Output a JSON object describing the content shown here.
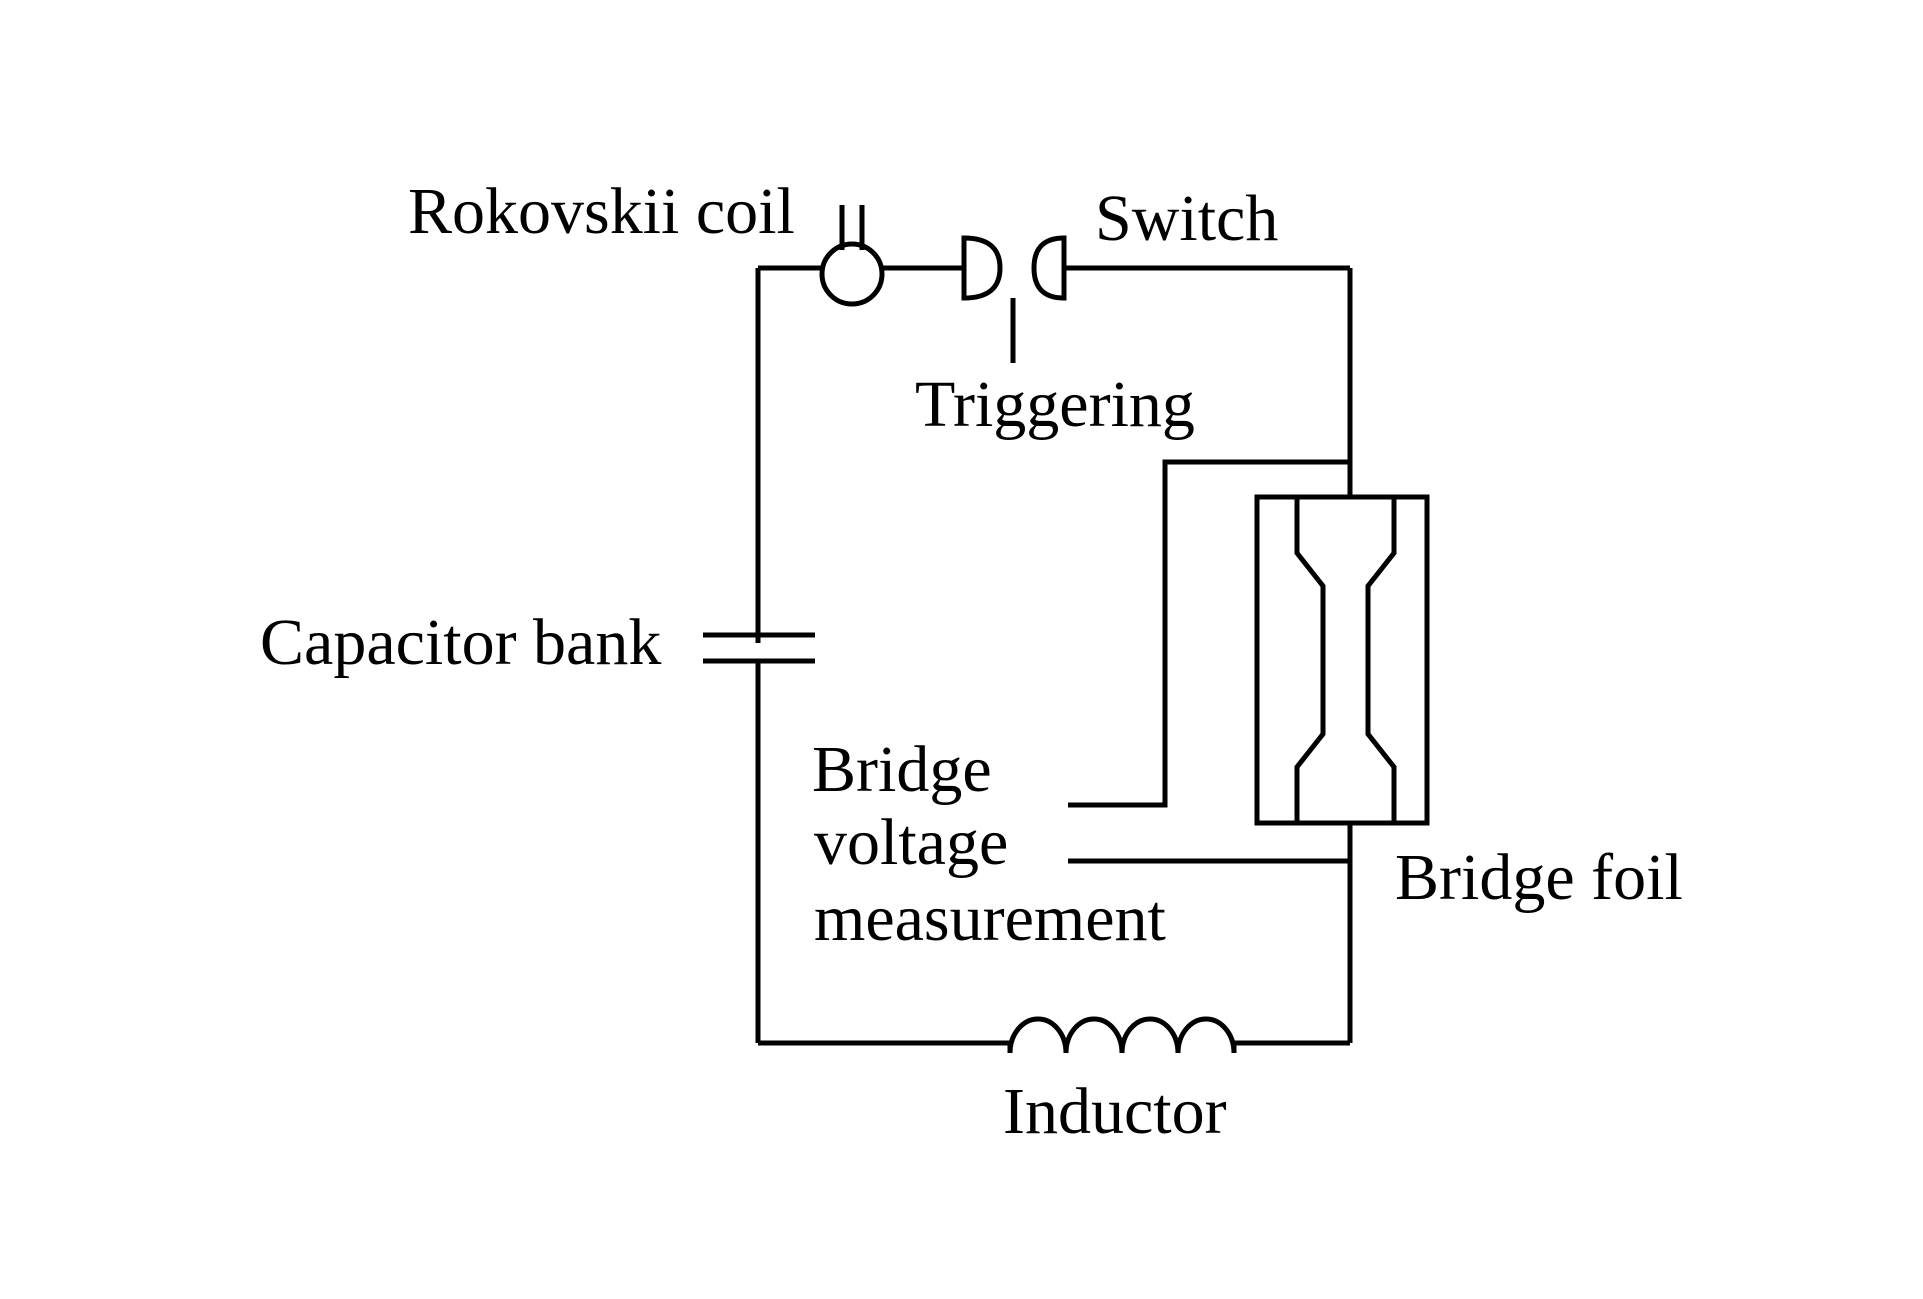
{
  "diagram": {
    "labels": {
      "rokovskii_coil": "Rokovskii coil",
      "switch": "Switch",
      "triggering": "Triggering",
      "capacitor_bank": "Capacitor bank",
      "bridge_voltage_line1": "Bridge",
      "bridge_voltage_line2": "voltage",
      "bridge_voltage_line3": "measurement",
      "bridge_foil": "Bridge foil",
      "inductor": "Inductor"
    },
    "colors": {
      "line": "#000000",
      "background": "#ffffff"
    }
  }
}
